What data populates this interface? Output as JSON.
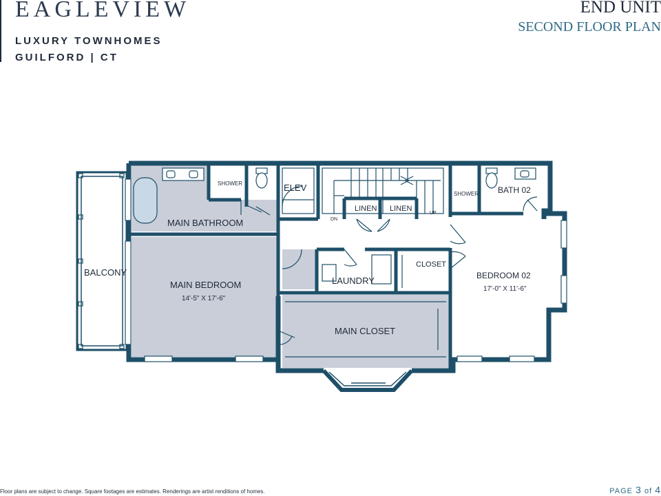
{
  "header": {
    "brand": "EAGLEVIEW",
    "tagline": "LUXURY TOWNHOMES",
    "location": "GUILFORD | CT",
    "unit": "END UNIT",
    "plan": "SECOND FLOOR PLAN"
  },
  "rooms": {
    "balcony": "BALCONY",
    "main_bathroom": "MAIN BATHROOM",
    "shower_left": "SHOWER",
    "elev": "ELEV",
    "linen_1": "LINEN",
    "linen_2": "LINEN",
    "dn": "DN",
    "up": "UP",
    "shower_right": "SHOWER",
    "bath_02": "BATH 02",
    "main_bedroom": "MAIN BEDROOM",
    "main_bedroom_dims": "14'-5\" X 17'-6\"",
    "laundry": "LAUNDRY",
    "closet": "CLOSET",
    "bedroom_02": "BEDROOM 02",
    "bedroom_02_dims": "17'-0\" X 11'-6\"",
    "main_closet": "MAIN CLOSET"
  },
  "colors": {
    "wall": "#1e4f68",
    "fill": "#c9ced8",
    "accent": "#2f6b86"
  },
  "footer": {
    "disclaimer": "Floor plans are subject to change. Square footages are estimates.  Renderings are artist renditions of homes.",
    "page_label": "PAGE",
    "page_current": "3",
    "page_sep": "of",
    "page_total": "4"
  }
}
